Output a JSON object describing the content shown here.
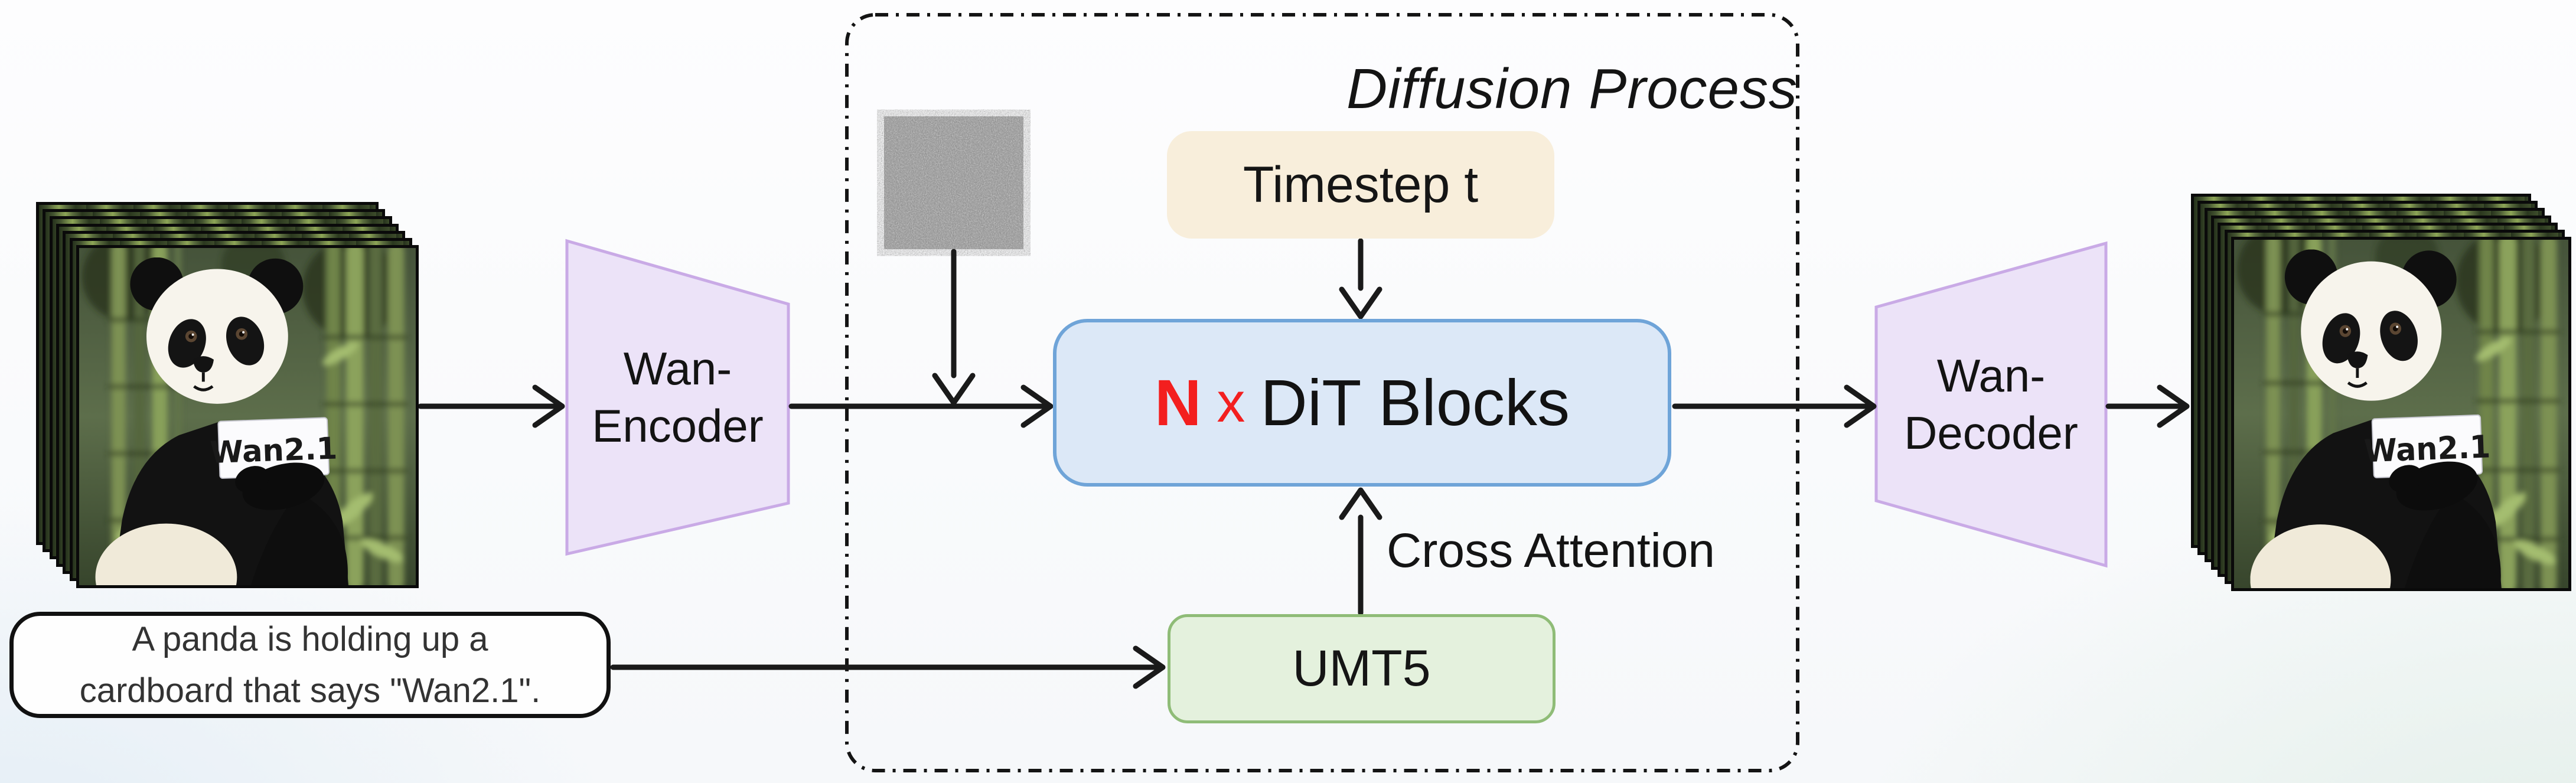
{
  "diagram": {
    "diffusion_title": "Diffusion Process",
    "encoder": {
      "line1": "Wan-",
      "line2": "Encoder"
    },
    "decoder": {
      "line1": "Wan-",
      "line2": "Decoder"
    },
    "timestep": {
      "label": "Timestep t"
    },
    "dit": {
      "count": "N",
      "times": "x",
      "label": "DiT Blocks"
    },
    "umt5": {
      "label": "UMT5"
    },
    "cross_attention": {
      "label": "Cross Attention"
    },
    "prompt": {
      "line1": "A panda is holding up a",
      "line2": "cardboard that says \"Wan2.1\"."
    },
    "input_stack": {
      "sign_text": "Wan2.1"
    },
    "output_stack": {
      "sign_text": "Wan2.1"
    }
  },
  "colors": {
    "timestep-bg": "#f8eedb",
    "dit-bg": "#dce8f7",
    "dit-border": "#6fa4d8",
    "dit-accent": "#f31f1f",
    "umt5-bg": "#e4f1dd",
    "umt5-border": "#8fbc77",
    "vae-bg": "#ece3f8",
    "vae-border": "#c9aae6",
    "arrow": "#1a1a1a",
    "prompt-border": "#111111",
    "prompt-text": "#333333"
  }
}
